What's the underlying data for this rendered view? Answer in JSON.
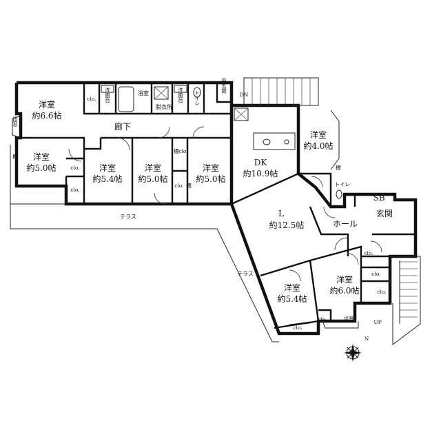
{
  "rooms": {
    "w1": {
      "name": "洋室",
      "size": "約6.6帖"
    },
    "w2": {
      "name": "洋室",
      "size": "約5.0帖"
    },
    "w3": {
      "name": "洋室",
      "size": "約5.4帖"
    },
    "w4": {
      "name": "洋室",
      "size": "約5.0帖"
    },
    "w5": {
      "name": "洋室",
      "size": "約5.0帖"
    },
    "w6": {
      "name": "洋室",
      "size": "約4.0帖"
    },
    "dk": {
      "name": "DK",
      "size": "約10.9帖"
    },
    "l": {
      "name": "L",
      "size": "約12.5帖"
    },
    "w7": {
      "name": "洋室",
      "size": "約5.4帖"
    },
    "w8": {
      "name": "洋室",
      "size": "約6.0帖"
    }
  },
  "labels": {
    "corridor": "廊下",
    "hall": "ホール",
    "entrance": "玄関",
    "sb": "SB",
    "bath": "浴室",
    "dressing": "脱衣所",
    "toilet": "トイレ",
    "washbasin": "洗面台",
    "inner_entrance": "内玄関",
    "terrace": "テラス",
    "window_bay": "出窓",
    "closet": "clo.",
    "shelf": "棚",
    "dn": "DN",
    "up": "UP",
    "north": "N"
  }
}
